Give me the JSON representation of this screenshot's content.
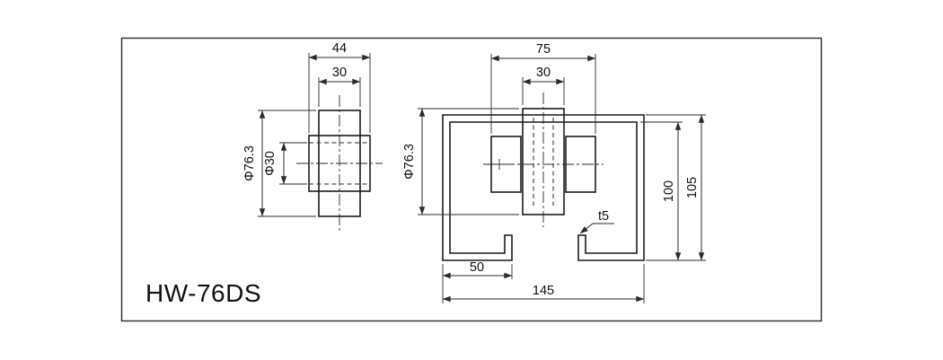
{
  "drawing": {
    "model": "HW-76DS",
    "views": {
      "side": {
        "dim_total_width": "44",
        "dim_tread_width": "30",
        "dim_outer_diameter": "Φ76.3",
        "dim_bore_diameter": "Φ30"
      },
      "front": {
        "dim_bracket_width": "75",
        "dim_wheel_width": "30",
        "dim_wheel_diameter": "Φ76.3",
        "dim_inner_height": "100",
        "dim_total_height": "105",
        "dim_thickness": "t5",
        "dim_flange_width": "50",
        "dim_base_width": "145"
      }
    }
  }
}
